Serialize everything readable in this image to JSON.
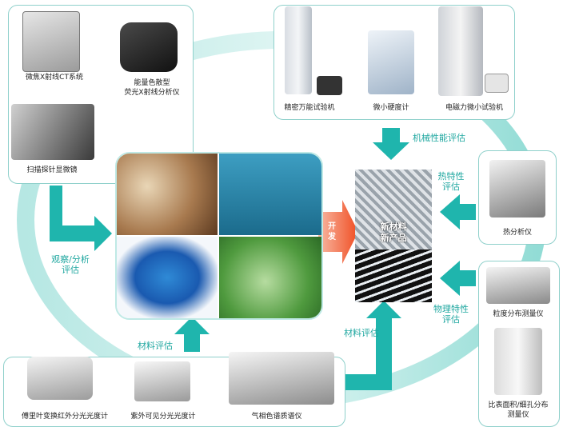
{
  "instruments": {
    "xray_ct": "微焦X射线CT系统",
    "xrf_line1": "能量色散型",
    "xrf_line2": "荧光X射线分析仪",
    "spm": "扫描探针显微镜",
    "tensile": "精密万能试验机",
    "hardness": "微小硬度计",
    "electromag": "电磁力微小试验机",
    "thermal": "热分析仪",
    "particle": "粒度分布测量仪",
    "surface_line1": "比表面积/细孔分布",
    "surface_line2": "测量仪",
    "ftir": "傅里叶变换红外分光光度计",
    "uvvis": "紫外可见分光光度计",
    "gcms": "气相色谱质谱仪"
  },
  "flows": {
    "observe_line1": "观察/分析",
    "observe_line2": "评估",
    "mechanical": "机械性能评估",
    "thermal_line1": "热特性",
    "thermal_line2": "评估",
    "physical_line1": "物理特性",
    "physical_line2": "评估",
    "material_left": "材料评估",
    "material_right": "材料评估",
    "develop_line1": "开",
    "develop_line2": "发"
  },
  "center": {
    "new_line1": "新材料",
    "new_line2": "新产品"
  },
  "colors": {
    "teal": "#1fb5ad",
    "teal_light": "#bfe9e5",
    "orange": "#f04e23"
  }
}
